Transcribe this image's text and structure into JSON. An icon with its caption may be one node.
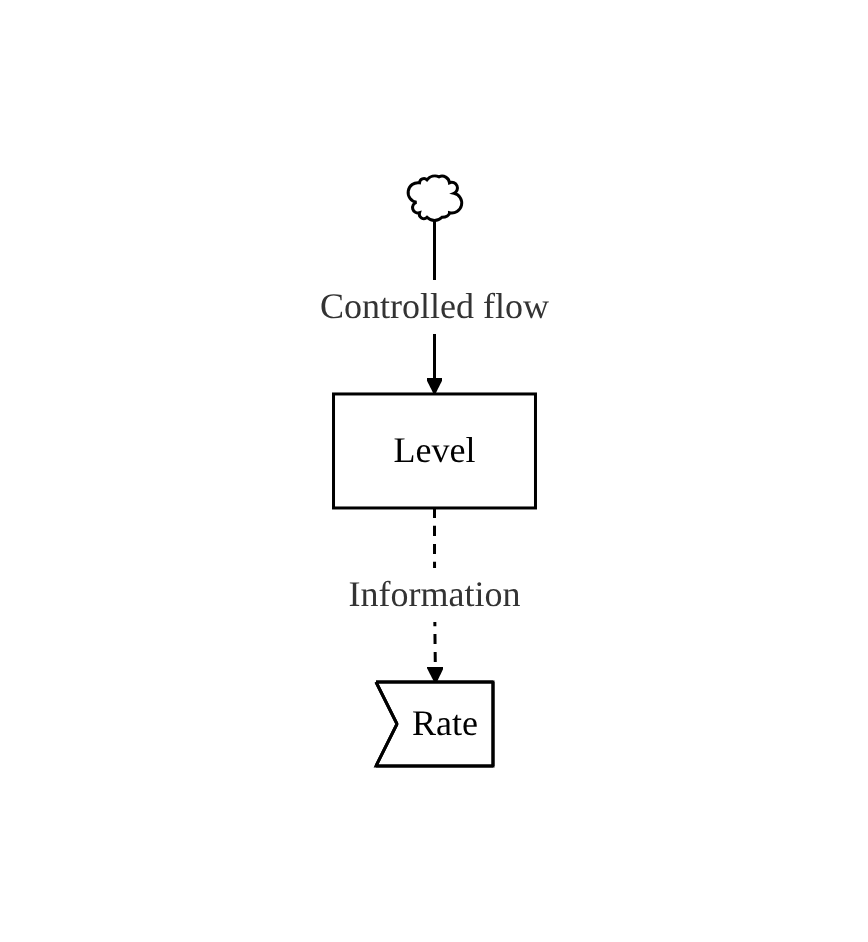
{
  "diagram": {
    "nodes": [
      {
        "text": [],
        "shape": "cloud"
      },
      {
        "text": [
          "Rate"
        ]
      },
      {
        "text": [
          "Level"
        ]
      }
    ],
    "edges": [
      {
        "from": 0,
        "to": 2,
        "arrow": "to",
        "label": "Controlled flow"
      },
      {
        "from": 2,
        "to": 1,
        "arrow": "to",
        "label": "Information",
        "style": "dashed"
      }
    ]
  }
}
